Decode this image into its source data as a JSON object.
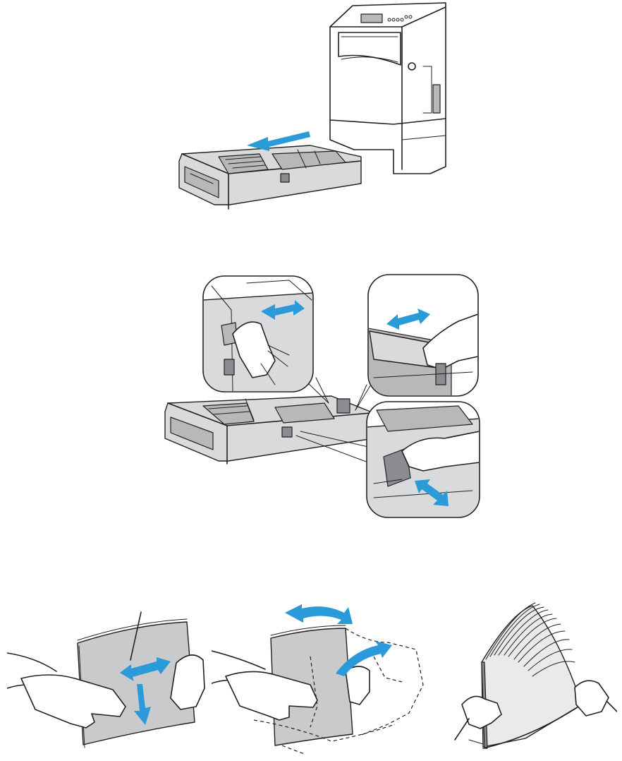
{
  "illustrations": [
    {
      "id": "remove-tray",
      "icons": [
        "printer-icon",
        "paper-tray-icon",
        "pull-arrow-icon"
      ]
    },
    {
      "id": "adjust-guides",
      "icons": [
        "paper-tray-icon",
        "width-guide-callout",
        "length-guide-callout",
        "end-guide-callout"
      ]
    },
    {
      "id": "prepare-paper",
      "icons": [
        "flex-paper-icon",
        "fan-paper-icon",
        "align-paper-icon"
      ]
    }
  ],
  "colors": {
    "arrow": "#2a9ad8",
    "line": "#231f20",
    "fill_gray": "#d9dadb",
    "paper": "#c9cacc"
  }
}
